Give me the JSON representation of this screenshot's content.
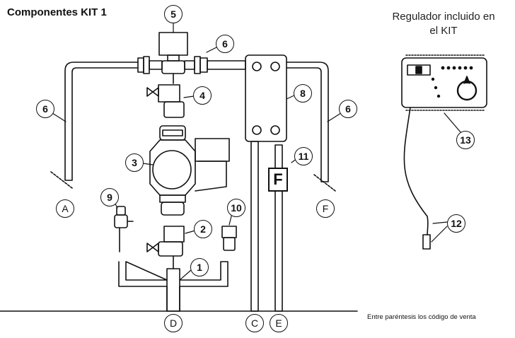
{
  "title": "Componentes KIT 1",
  "regulator_title": [
    "Regulador incluido en",
    "el KIT"
  ],
  "note": "Entre paréntesis los código de venta",
  "flow_meter_letter": "F",
  "part_labels": {
    "1": "1",
    "2": "2",
    "3": "3",
    "4": "4",
    "5": "5",
    "6": "6",
    "8": "8",
    "9": "9",
    "10": "10",
    "11": "11",
    "12": "12",
    "13": "13"
  },
  "connection_labels": {
    "A": "A",
    "C": "C",
    "D": "D",
    "E": "E",
    "F": "F"
  }
}
